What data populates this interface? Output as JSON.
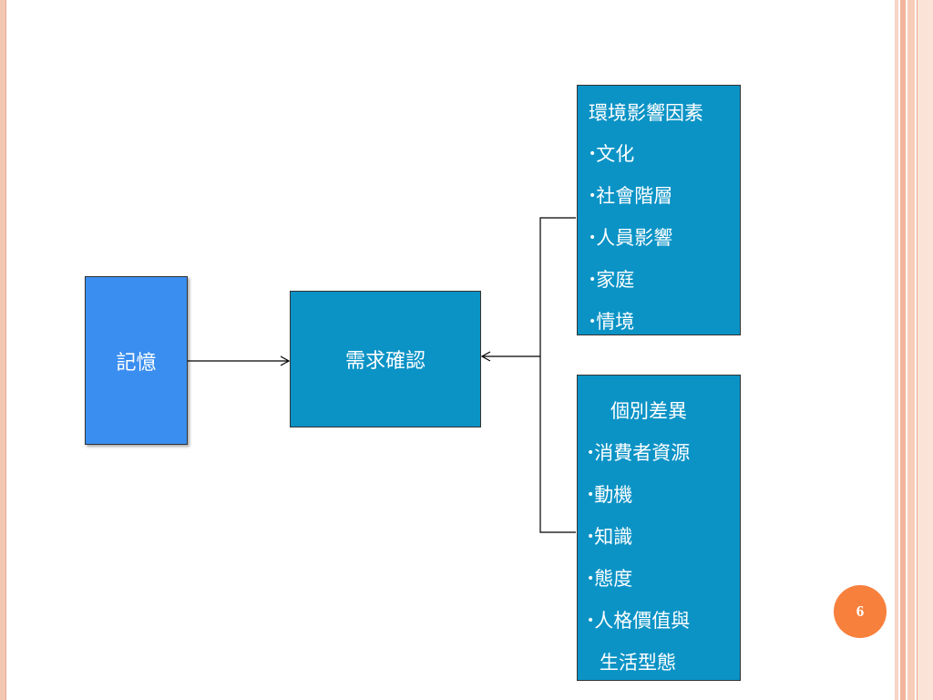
{
  "diagram": {
    "memory_box": {
      "label": "記憶"
    },
    "need_box": {
      "label": "需求確認"
    },
    "environment_box": {
      "title": "環境影響因素",
      "items": [
        "文化",
        "社會階層",
        "人員影響",
        "家庭",
        "情境"
      ]
    },
    "individual_box": {
      "title": "個別差異",
      "items": [
        "消費者資源",
        "動機",
        "知識",
        "態度",
        "人格價值與"
      ],
      "continuation": "生活型態"
    },
    "bullet": "•"
  },
  "page_number": "6",
  "colors": {
    "memory_fill": "#3a8ef0",
    "process_fill": "#0b93c6",
    "badge_fill": "#f7803d",
    "frame_accent": "#f2b59c"
  }
}
